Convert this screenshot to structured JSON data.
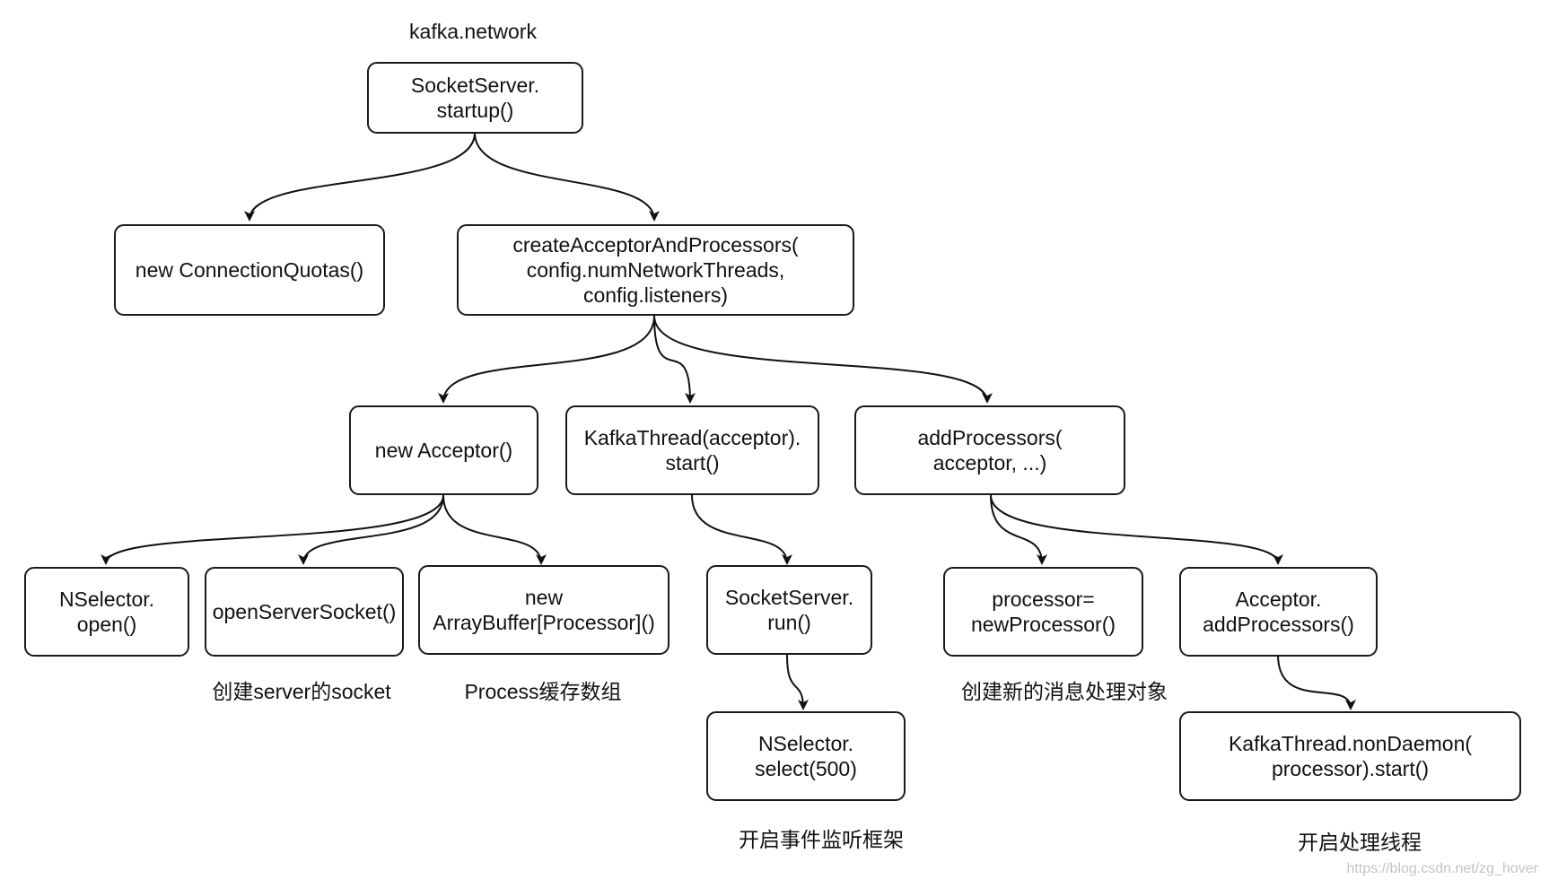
{
  "diagram": {
    "title": "kafka.network",
    "nodes": {
      "socket_server_startup": "SocketServer.\nstartup()",
      "new_connection_quotas": "new ConnectionQuotas()",
      "create_acceptor_and_processors": "createAcceptorAndProcessors(\nconfig.numNetworkThreads,\nconfig.listeners)",
      "new_acceptor": "new Acceptor()",
      "kafka_thread_acceptor_start": "KafkaThread(acceptor).\nstart()",
      "add_processors": "addProcessors(\nacceptor, ...)",
      "nselector_open": "NSelector.\nopen()",
      "open_server_socket": "openServerSocket()",
      "new_array_buffer": "new\nArrayBuffer[Processor]()",
      "socket_server_run": "SocketServer.\nrun()",
      "processor_new": "processor=\nnewProcessor()",
      "acceptor_add_processors": "Acceptor.\naddProcessors()",
      "nselector_select": "NSelector.\nselect(500)",
      "kafka_thread_non_daemon": "KafkaThread.nonDaemon(\nprocessor).start()"
    },
    "annotations": {
      "create_server_socket": "创建server的socket",
      "process_buffer_array": "Process缓存数组",
      "create_message_handler": "创建新的消息处理对象",
      "start_event_listener": "开启事件监听框架",
      "start_processing_thread": "开启处理线程"
    },
    "watermark": "https://blog.csdn.net/zg_hover"
  }
}
